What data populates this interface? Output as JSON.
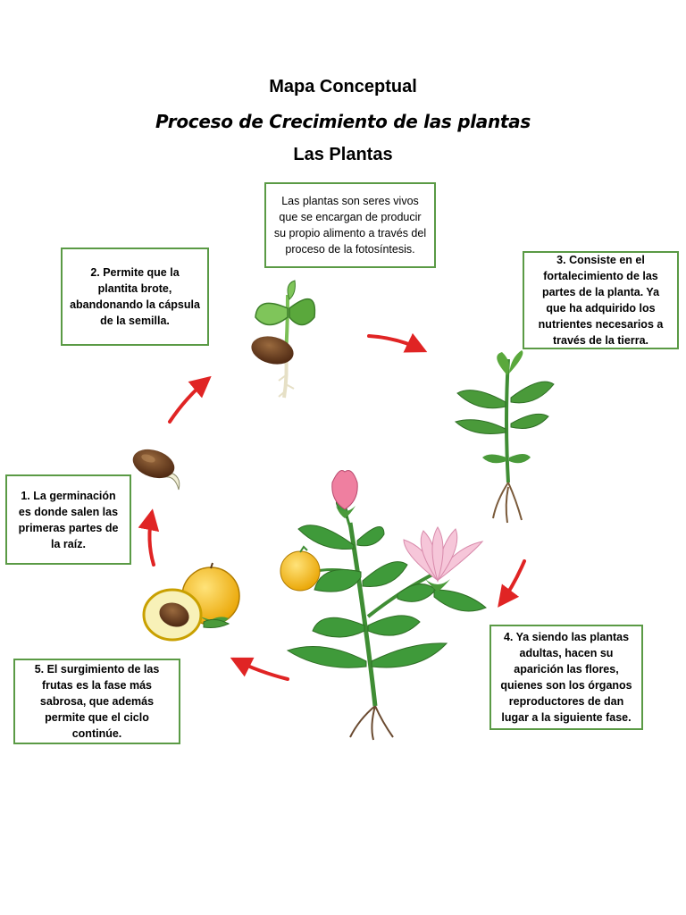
{
  "header": {
    "title": "Mapa Conceptual",
    "subtitle": "Proceso de Crecimiento de las plantas",
    "topic": "Las Plantas"
  },
  "boxes": {
    "intro": "Las plantas son seres vivos que se encargan de producir su propio alimento a través del proceso de la fotosíntesis.",
    "step1": "1. La germinación es donde salen las primeras partes de la raíz.",
    "step2": "2.  Permite que la plantita brote, abandonando la cápsula de la semilla.",
    "step3": "3. Consiste en el fortalecimiento de las partes de la planta. Ya que ha adquirido los nutrientes necesarios a través de la tierra.",
    "step4": "4. Ya siendo las plantas adultas, hacen su aparición las flores, quienes son los órganos reproductores de dan lugar a la siguiente fase.",
    "step5": "5. El surgimiento de las frutas es la fase más sabrosa, que además permite que el ciclo continúe."
  },
  "colors": {
    "box_border": "#5a9a45",
    "arrow": "#e02424",
    "leaf": "#3f9a3a",
    "seed": "#6b3b1c",
    "fruit": "#f4b400",
    "flower": "#f3b6cf"
  },
  "icons": [
    "seed-icon",
    "sprout-icon",
    "young-plant-icon",
    "flowering-plant-icon",
    "fruit-icon",
    "cycle-arrow-icon"
  ]
}
